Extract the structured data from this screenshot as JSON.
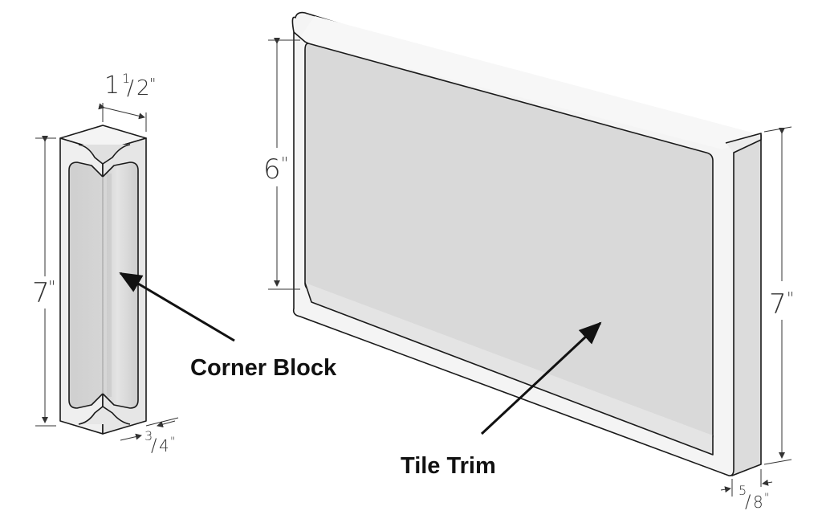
{
  "labels": {
    "corner_block": "Corner Block",
    "tile_trim": "Tile Trim"
  },
  "corner_block": {
    "width": {
      "whole": "1",
      "num": "1",
      "den": "2",
      "unit": "\""
    },
    "height": {
      "whole": "7",
      "unit": "\""
    },
    "depth": {
      "num": "3",
      "den": "4",
      "unit": "\""
    }
  },
  "tile_trim": {
    "inner_height": {
      "whole": "6",
      "unit": "\""
    },
    "height": {
      "whole": "7",
      "unit": "\""
    },
    "depth": {
      "num": "5",
      "den": "8",
      "unit": "\""
    }
  },
  "colors": {
    "outline": "#1a1a1a",
    "face": "#f2f2f2",
    "panel": "#d9d9d9",
    "side": "#dcdcdc"
  }
}
